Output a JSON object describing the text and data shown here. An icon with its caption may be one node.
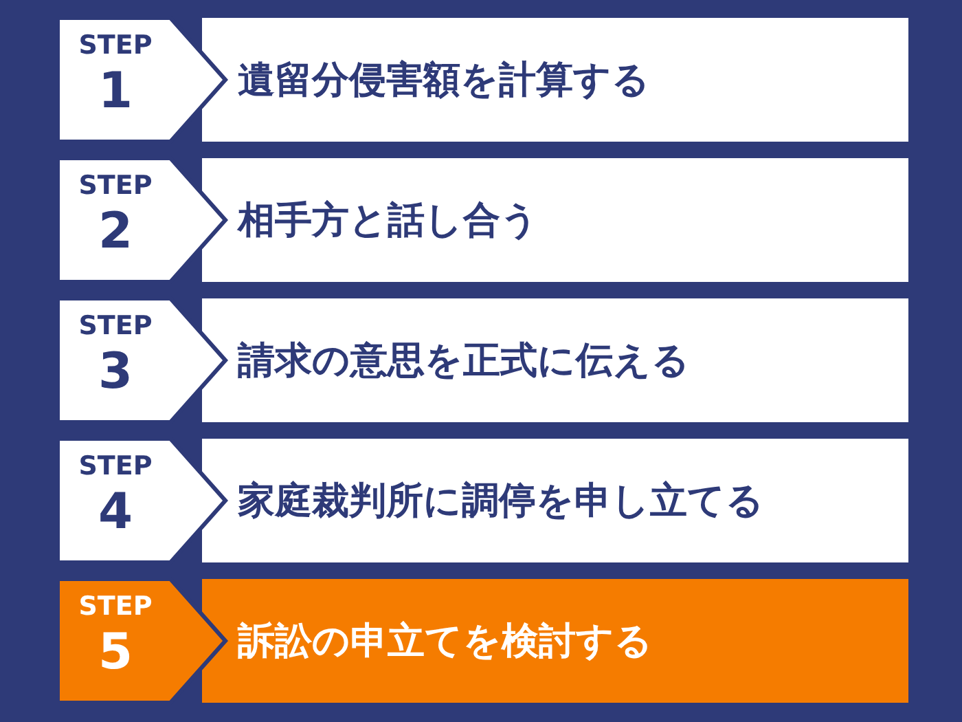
{
  "diagram": {
    "nodes": [
      {
        "text": [
          "STEP",
          "1"
        ]
      },
      {
        "text": [
          "遺留分侵害額を計算する"
        ]
      },
      {
        "text": [
          "STEP",
          "2"
        ]
      },
      {
        "text": [
          "相手方と話し合う"
        ]
      },
      {
        "text": [
          "STEP",
          "3"
        ]
      },
      {
        "text": [
          "請求の意思を正式に伝える"
        ]
      },
      {
        "text": [
          "STEP",
          "4"
        ]
      },
      {
        "text": [
          "家庭裁判所に調停を申し立てる"
        ]
      },
      {
        "text": [
          "STEP",
          "5"
        ]
      },
      {
        "text": [
          "訴訟の申立てを検討する"
        ]
      }
    ]
  }
}
